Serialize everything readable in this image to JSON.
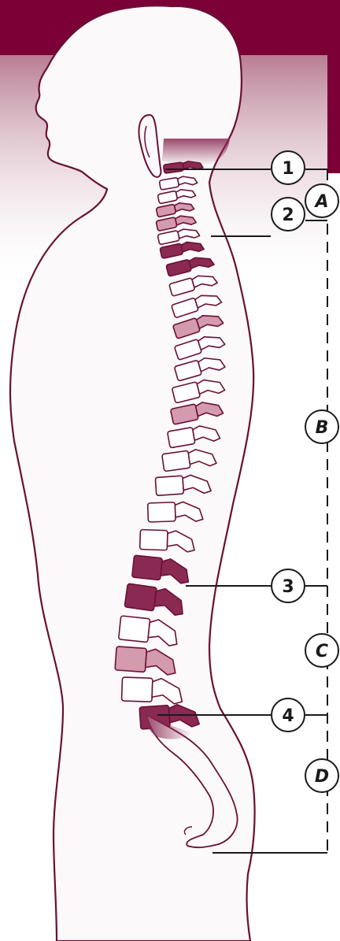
{
  "colors": {
    "brand": "#7a0036",
    "vertebra_dark": "#8a2a52",
    "vertebra_light": "#d49aae",
    "outline": "#6b0f35",
    "body_fill": "#fbf9fa",
    "gradient_top": "#bd8799"
  },
  "callouts": [
    {
      "id": "1",
      "label": "1"
    },
    {
      "id": "2",
      "label": "2"
    },
    {
      "id": "3",
      "label": "3"
    },
    {
      "id": "4",
      "label": "4"
    }
  ],
  "regions": [
    {
      "id": "A",
      "label": "A"
    },
    {
      "id": "B",
      "label": "B"
    },
    {
      "id": "C",
      "label": "C"
    },
    {
      "id": "D",
      "label": "D"
    }
  ]
}
